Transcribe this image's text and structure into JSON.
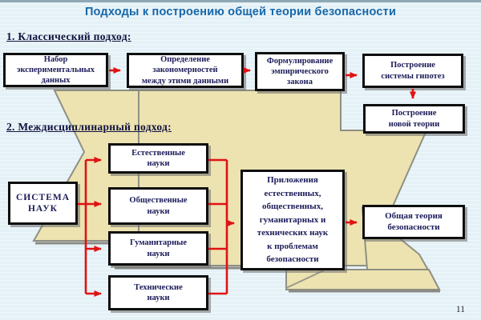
{
  "colors": {
    "background": "#e4f1f7",
    "title_blue": "#1767a9",
    "heading_navy": "#10103e",
    "box_text_navy": "#1c1c5a",
    "box_border": "#0e0e0e",
    "arrow_red": "#e01212",
    "shape_beige": "#ece3b1",
    "shape_outline_gray": "#8f8f83"
  },
  "slide": {
    "title": "Подходы к построению общей теории безопасности",
    "page_number": "11"
  },
  "classical": {
    "heading": "1. Классический подход:",
    "boxes": [
      {
        "name": "experimental-data",
        "lines": [
          "Набор",
          "экспериментальных",
          "данных"
        ]
      },
      {
        "name": "patterns-definition",
        "lines": [
          "Определение",
          "закономерностей",
          "между этими данными"
        ]
      },
      {
        "name": "empirical-law",
        "lines": [
          "Формулирование",
          "эмпирического",
          "закона"
        ]
      },
      {
        "name": "hypotheses-system",
        "lines": [
          "Построение",
          "системы гипотез"
        ]
      },
      {
        "name": "new-theory",
        "lines": [
          "Построение",
          "новой теории"
        ]
      }
    ]
  },
  "interdisciplinary": {
    "heading": "2. Междисциплинарный подход:",
    "system_box": {
      "lines": [
        "СИСТЕМА",
        "НАУК"
      ]
    },
    "science_boxes": [
      {
        "name": "natural-sciences",
        "lines": [
          "Естественные",
          "науки"
        ]
      },
      {
        "name": "social-sciences",
        "lines": [
          "Общественные",
          "науки"
        ]
      },
      {
        "name": "humanities",
        "lines": [
          "Гуманитарные",
          "науки"
        ]
      },
      {
        "name": "technical-sciences",
        "lines": [
          "Технические",
          "науки"
        ]
      }
    ],
    "applications_box": {
      "lines": [
        "Приложения",
        "естественных,",
        "общественных,",
        "гуманитарных и",
        "технических наук",
        "к проблемам",
        "безопасности"
      ]
    },
    "result_box": {
      "lines": [
        "Общая теория",
        "безопасности"
      ]
    }
  }
}
